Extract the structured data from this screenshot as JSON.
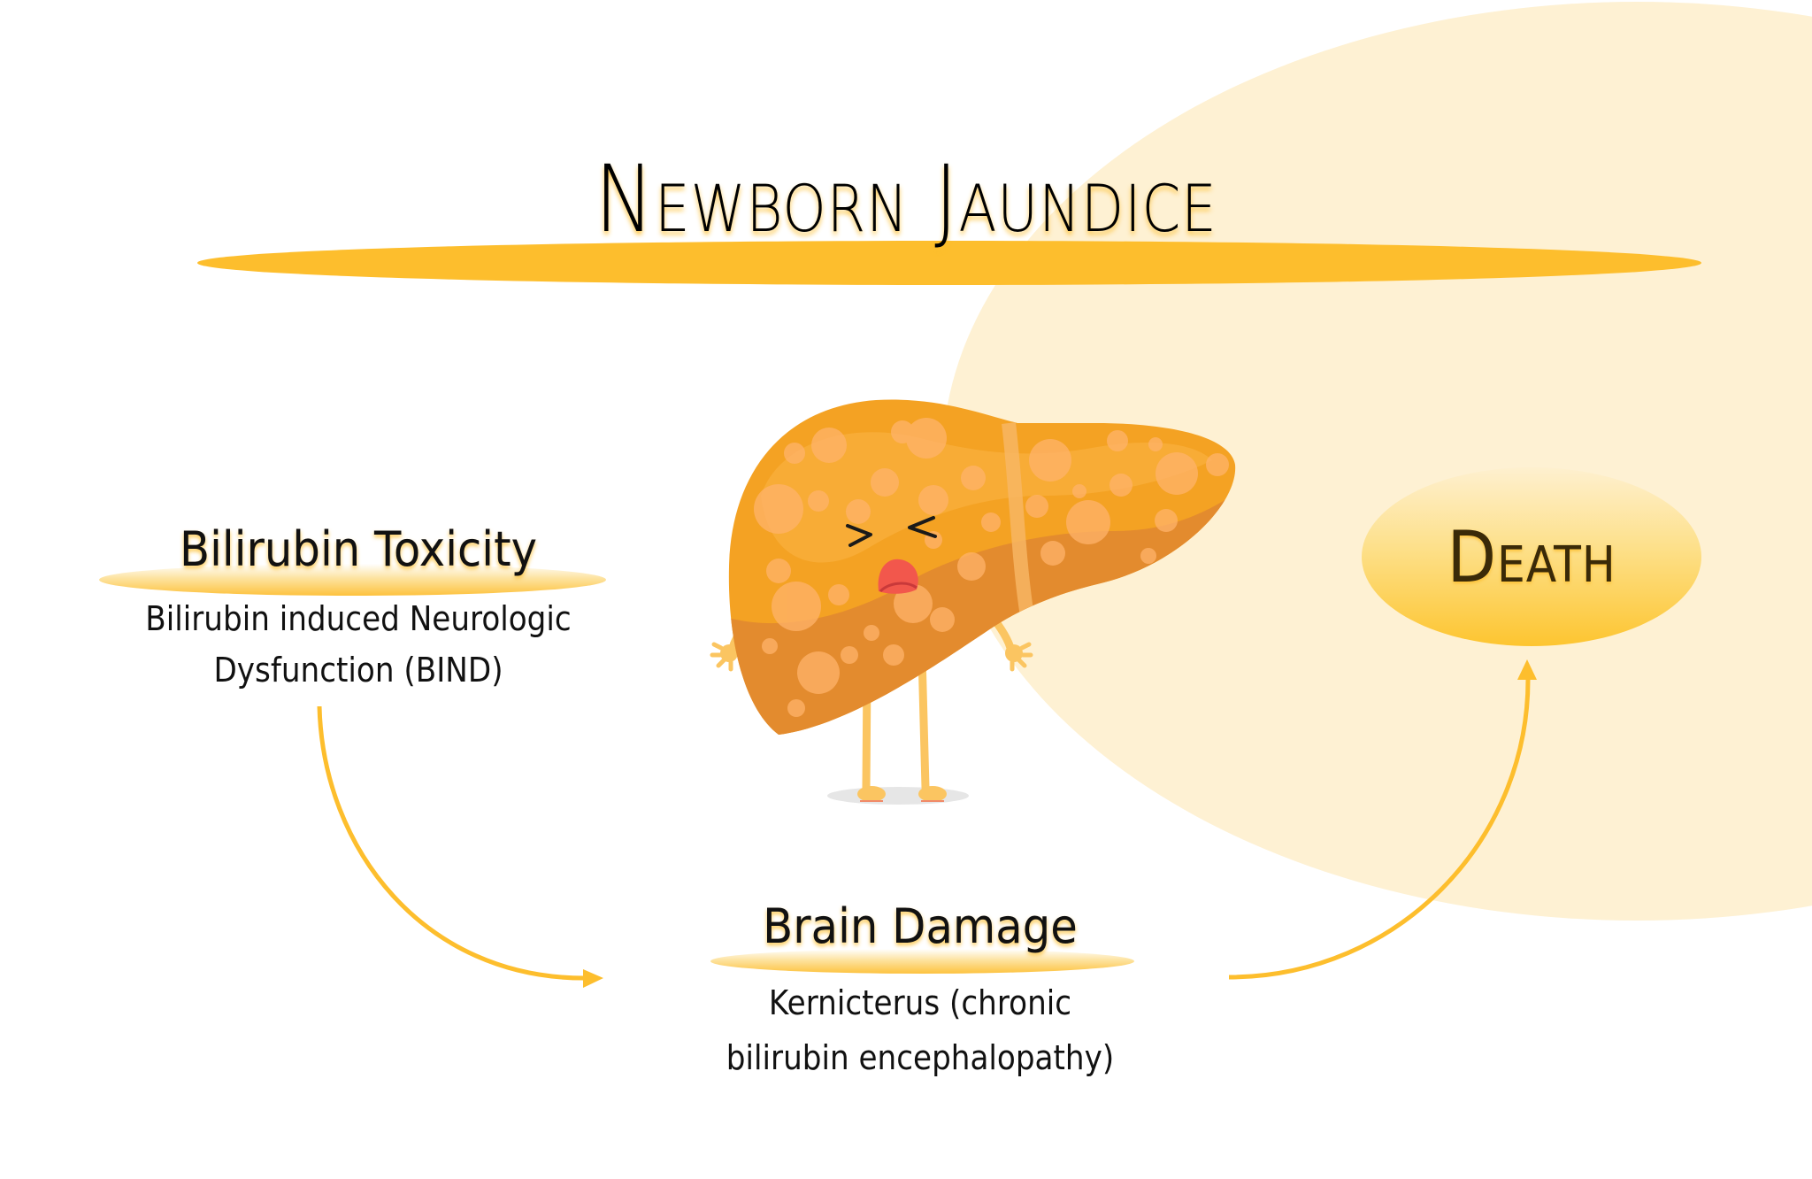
{
  "title": "Newborn Jaundice",
  "nodes": {
    "bilirubin_toxicity": {
      "title": "Bilirubin Toxicity",
      "line1": "Bilirubin induced Neurologic",
      "line2": "Dysfunction (BIND)"
    },
    "brain_damage": {
      "title": "Brain Damage",
      "line1": "Kernicterus (chronic",
      "line2": "bilirubin encephalopathy)"
    },
    "death": {
      "title": "Death"
    }
  },
  "flow": [
    {
      "from": "Bilirubin Toxicity",
      "to": "Brain Damage"
    },
    {
      "from": "Brain Damage",
      "to": "Death"
    }
  ],
  "illustration": {
    "name": "sick-liver-cartoon",
    "expression": "squinting eyes, open mouth"
  },
  "colors": {
    "accent": "#fdbe2d",
    "background_blob": "#fef1d3",
    "liver_main": "#f4a223",
    "liver_dark": "#e38b2e",
    "liver_spots": "#ffb36b",
    "mouth": "#f2574c",
    "text": "#111111"
  }
}
